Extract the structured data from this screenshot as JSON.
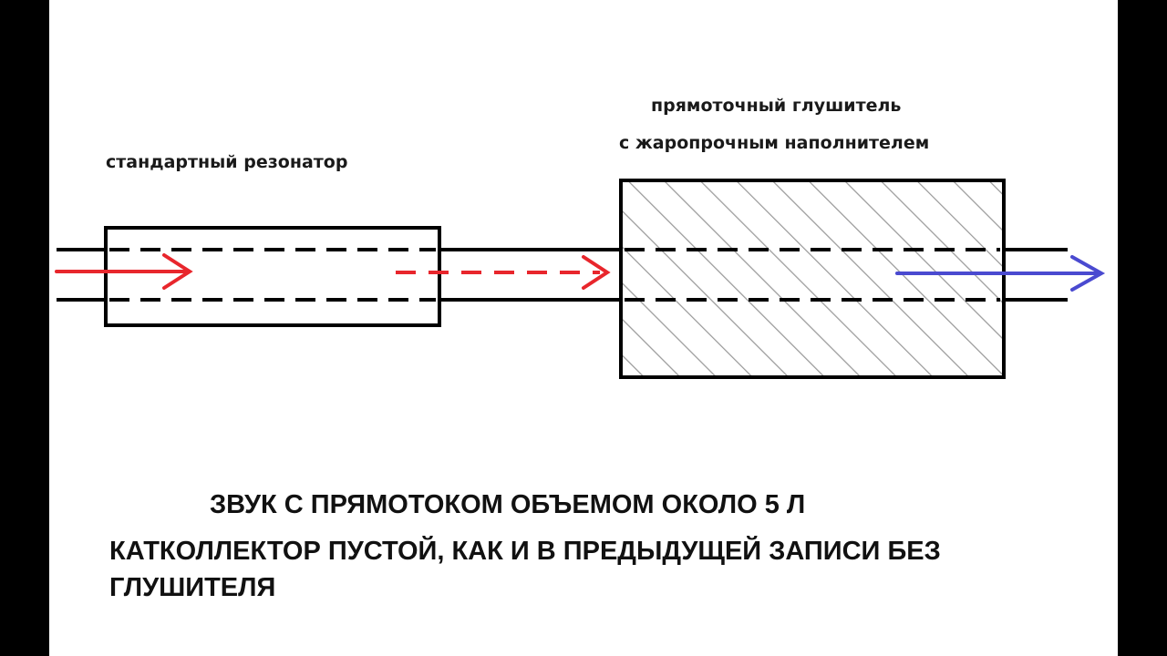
{
  "labels": {
    "resonator": "стандартный резонатор",
    "muffler_line1": "прямоточный глушитель",
    "muffler_line2": "с жаропрочным наполнителем"
  },
  "caption": {
    "line1": "ЗВУК С ПРЯМОТОКОМ ОБЪЕМОМ ОКОЛО 5 Л",
    "line2": "КАТКОЛЛЕКТОР ПУСТОЙ, КАК И В ПРЕДЫДУЩЕЙ ЗАПИСИ БЕЗ ГЛУШИТЕЛЯ"
  },
  "colors": {
    "frame": "#000000",
    "background": "#ffffff",
    "stroke": "#000000",
    "hatch": "#9a9a9a",
    "inlet_flow": "#e8262c",
    "outlet_flow": "#4a4ad0"
  }
}
